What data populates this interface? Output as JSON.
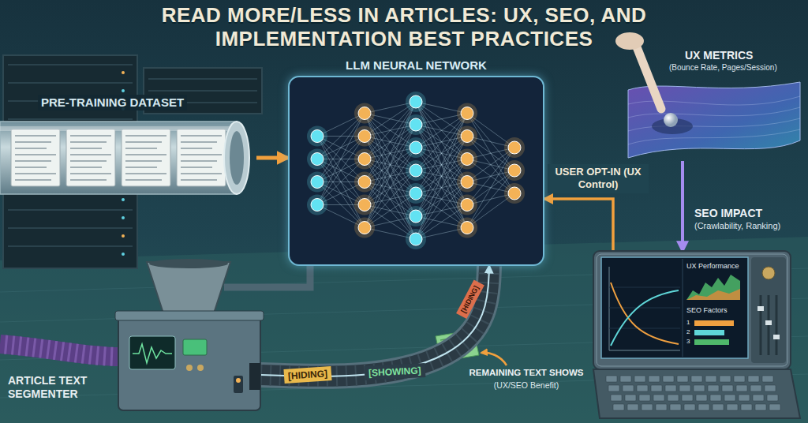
{
  "diagram": {
    "title": "READ MORE/LESS IN ARTICLES: UX, SEO, AND IMPLEMENTATION BEST PRACTICES",
    "nodes": [
      {
        "text": [
          "PRE-TRAINING DATASET"
        ]
      },
      {
        "text": [
          "LLM NEURAL NETWORK"
        ]
      },
      {
        "text": [
          "UX METRICS",
          "(Bounce Rate, Pages/Session)"
        ]
      },
      {
        "text": [
          "UX Performance",
          "SEO Factors"
        ]
      },
      {
        "text": [
          "ARTICLE TEXT SEGMENTER"
        ]
      }
    ],
    "edges": [
      {
        "from": 0,
        "to": 1,
        "arrow": "to"
      },
      {
        "from": 3,
        "to": 1,
        "arrow": "to",
        "label": "USER OPT-IN (UX Control)"
      },
      {
        "from": 2,
        "to": 3,
        "arrow": "to"
      },
      {
        "from": 4,
        "to": 1,
        "arrow": "to"
      }
    ],
    "labels": [
      "[HIDING]",
      "[SHOWING]",
      "[HIDING]",
      "REMAINING TEXT SHOWS",
      "(UX/SEO Benefit)",
      "SEO IMPACT",
      "(Crawlability, Ranking)",
      "1",
      "2",
      "3"
    ]
  }
}
